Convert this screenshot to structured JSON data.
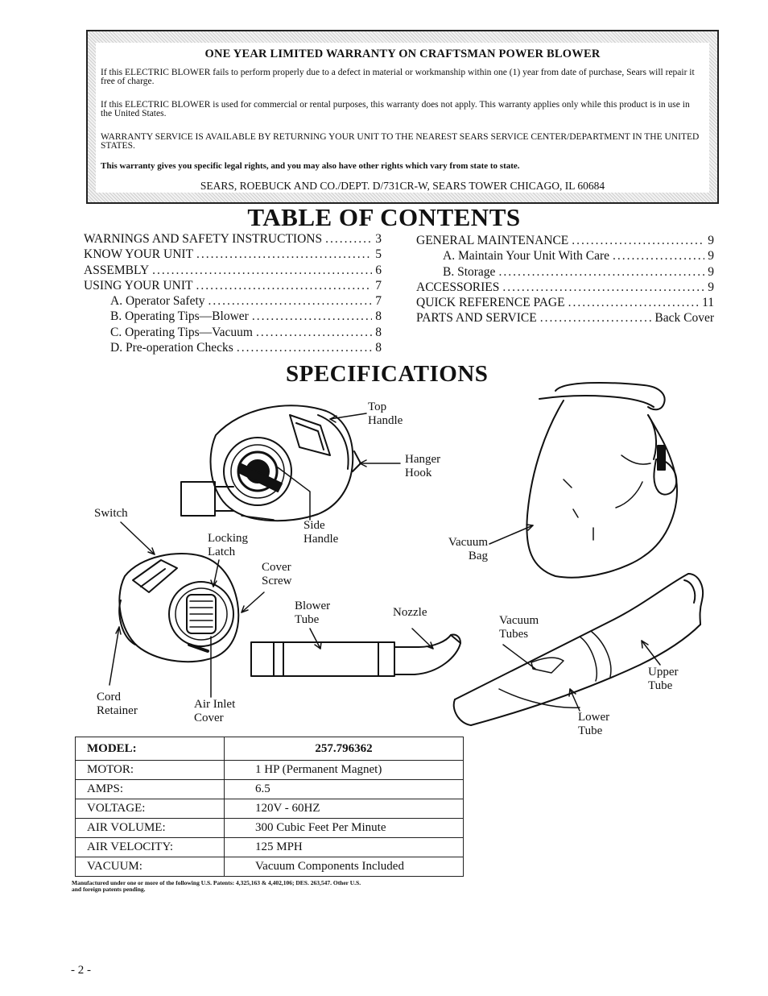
{
  "warranty": {
    "title": "ONE YEAR LIMITED WARRANTY ON CRAFTSMAN POWER BLOWER",
    "paragraph_1": "If this ELECTRIC BLOWER fails to perform properly due to a defect in material or workmanship within one (1) year from date of purchase, Sears will repair it free of charge.",
    "paragraph_2": "If this ELECTRIC BLOWER is used for commercial or rental purposes, this warranty does not apply. This warranty applies only while this product is in use in the United States.",
    "paragraph_3": "WARRANTY SERVICE IS AVAILABLE BY RETURNING YOUR UNIT TO THE NEAREST SEARS SERVICE CENTER/DEPARTMENT IN THE UNITED STATES.",
    "paragraph_4": "This warranty gives you specific legal rights, and you may also have other rights which vary from state to state.",
    "address": "SEARS, ROEBUCK AND CO./DEPT. D/731CR-W, SEARS TOWER CHICAGO, IL 60684"
  },
  "toc": {
    "heading": "TABLE OF CONTENTS",
    "left": [
      {
        "label": "WARNINGS AND SAFETY INSTRUCTIONS",
        "page": "3",
        "sub": false
      },
      {
        "label": "KNOW YOUR UNIT",
        "page": "5",
        "sub": false
      },
      {
        "label": "ASSEMBLY",
        "page": "6",
        "sub": false
      },
      {
        "label": "USING YOUR UNIT",
        "page": "7",
        "sub": false
      },
      {
        "label": "A. Operator Safety",
        "page": "7",
        "sub": true
      },
      {
        "label": "B. Operating Tips—Blower",
        "page": "8",
        "sub": true
      },
      {
        "label": "C. Operating Tips—Vacuum",
        "page": "8",
        "sub": true
      },
      {
        "label": "D. Pre-operation Checks",
        "page": "8",
        "sub": true
      }
    ],
    "right": [
      {
        "label": "GENERAL MAINTENANCE",
        "page": "9",
        "sub": false
      },
      {
        "label": "A. Maintain Your Unit With Care",
        "page": "9",
        "sub": true
      },
      {
        "label": "B. Storage",
        "page": "9",
        "sub": true
      },
      {
        "label": "ACCESSORIES",
        "page": "9",
        "sub": false
      },
      {
        "label": "QUICK REFERENCE PAGE",
        "page": "11",
        "sub": false
      },
      {
        "label": "PARTS AND SERVICE",
        "page": "Back Cover",
        "sub": false
      }
    ]
  },
  "specifications": {
    "heading": "SPECIFICATIONS",
    "labels": {
      "top_handle_1": "Top",
      "top_handle_2": "Handle",
      "hanger_hook_1": "Hanger",
      "hanger_hook_2": "Hook",
      "switch": "Switch",
      "side_handle_1": "Side",
      "side_handle_2": "Handle",
      "locking_latch_1": "Locking",
      "locking_latch_2": "Latch",
      "cover_screw_1": "Cover",
      "cover_screw_2": "Screw",
      "vacuum_bag_1": "Vacuum",
      "vacuum_bag_2": "Bag",
      "blower_tube_1": "Blower",
      "blower_tube_2": "Tube",
      "nozzle": "Nozzle",
      "vacuum_tubes_1": "Vacuum",
      "vacuum_tubes_2": "Tubes",
      "upper_tube_1": "Upper",
      "upper_tube_2": "Tube",
      "cord_retainer_1": "Cord",
      "cord_retainer_2": "Retainer",
      "air_inlet_cover_1": "Air Inlet",
      "air_inlet_cover_2": "Cover",
      "lower_tube_1": "Lower",
      "lower_tube_2": "Tube"
    },
    "table": {
      "header_key": "MODEL:",
      "header_value": "257.796362",
      "rows": [
        {
          "key": "MOTOR:",
          "value": "1 HP (Permanent Magnet)"
        },
        {
          "key": "AMPS:",
          "value": "6.5"
        },
        {
          "key": "VOLTAGE:",
          "value": "120V - 60HZ"
        },
        {
          "key": "AIR VOLUME:",
          "value": "300 Cubic Feet Per Minute"
        },
        {
          "key": "AIR VELOCITY:",
          "value": "125 MPH"
        },
        {
          "key": "VACUUM:",
          "value": "Vacuum Components Included"
        }
      ]
    },
    "patent_note": "Manufactured under one or more of the following U.S. Patents: 4,325,163 & 4,402,106; DES. 263,547. Other U.S. and foreign patents pending."
  },
  "page_number": "- 2 -"
}
